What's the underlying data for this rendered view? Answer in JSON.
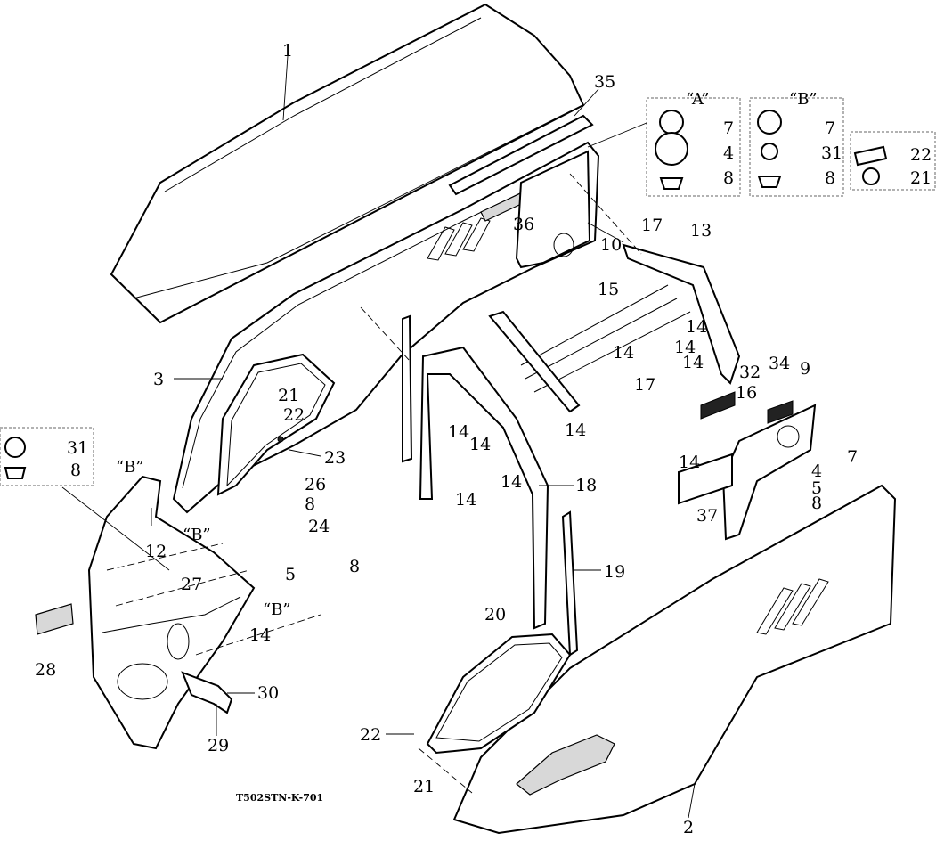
{
  "drawing_code": "T502STN-K-701",
  "callouts": [
    "1",
    "35",
    "7",
    "4",
    "8",
    "7",
    "31",
    "8",
    "22",
    "21",
    "36",
    "10",
    "17",
    "13",
    "15",
    "14",
    "14",
    "14",
    "14",
    "17",
    "32",
    "34",
    "9",
    "16",
    "14",
    "37",
    "3",
    "21",
    "22",
    "23",
    "26",
    "8",
    "24",
    "8",
    "5",
    "27",
    "12",
    "31",
    "8",
    "28",
    "14",
    "30",
    "29",
    "14",
    "14",
    "14",
    "14",
    "18",
    "14",
    "19",
    "20",
    "22",
    "21",
    "2",
    "4",
    "5",
    "8",
    "7"
  ],
  "detail_labels": {
    "a": "“A”",
    "b1": "“B”",
    "b2": "“B”",
    "b3": "“B”",
    "b4": "“B”"
  }
}
